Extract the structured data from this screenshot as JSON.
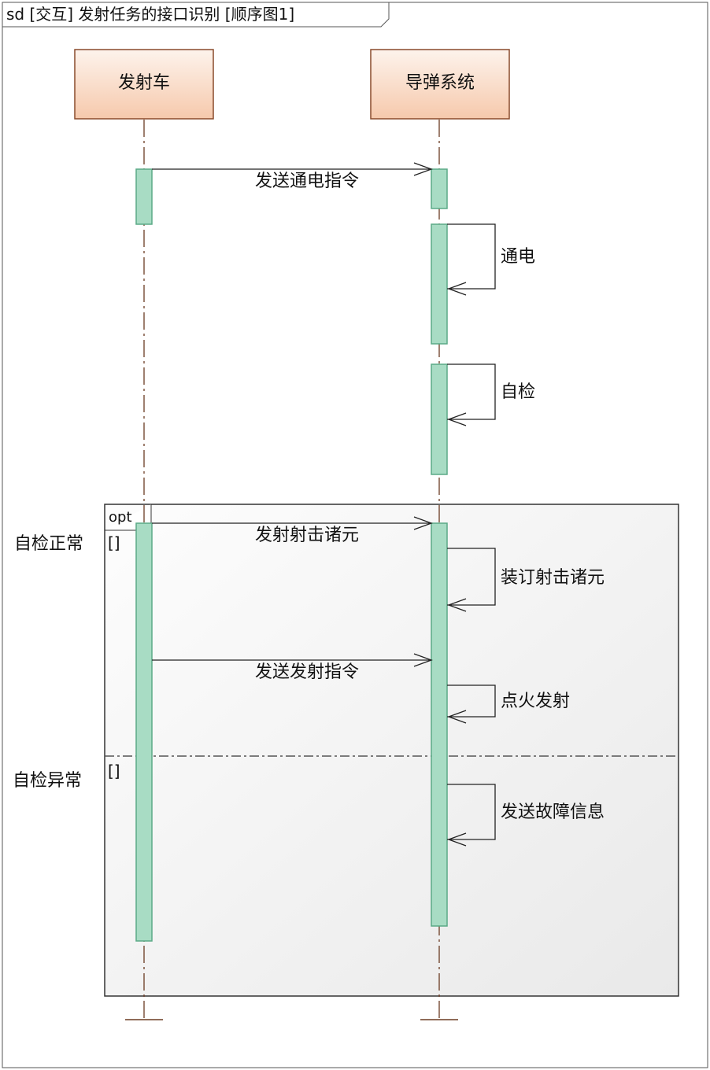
{
  "diagram": {
    "frame_title": "sd [交互] 发射任务的接口识别 [顺序图1]",
    "lifelines": [
      {
        "id": "launcher",
        "label": "发射车"
      },
      {
        "id": "missile",
        "label": "导弹系统"
      }
    ],
    "messages": [
      {
        "label": "发送通电指令",
        "from": "launcher",
        "to": "missile",
        "kind": "call"
      },
      {
        "label": "通电",
        "from": "missile",
        "to": "missile",
        "kind": "self"
      },
      {
        "label": "自检",
        "from": "missile",
        "to": "missile",
        "kind": "self"
      },
      {
        "label": "发射射击诸元",
        "from": "launcher",
        "to": "missile",
        "kind": "call"
      },
      {
        "label": "装订射击诸元",
        "from": "missile",
        "to": "missile",
        "kind": "self"
      },
      {
        "label": "发送发射指令",
        "from": "launcher",
        "to": "missile",
        "kind": "call"
      },
      {
        "label": "点火发射",
        "from": "missile",
        "to": "missile",
        "kind": "self"
      },
      {
        "label": "发送故障信息",
        "from": "missile",
        "to": "missile",
        "kind": "self"
      }
    ],
    "fragment": {
      "operator": "opt",
      "operands": [
        {
          "condition": "自检正常",
          "guard": "[]"
        },
        {
          "condition": "自检异常",
          "guard": "[]"
        }
      ]
    },
    "colors": {
      "lifeline_header_top": "#fdf3ec",
      "lifeline_header_bottom": "#f6c9ac",
      "lifeline_header_border": "#8a4b2c",
      "lifeline_dash": "#6b3b22",
      "activation_fill": "#a8dcc4",
      "activation_border": "#5aaa86",
      "fragment_top": "#fbfbfb",
      "fragment_bottom": "#ececec"
    }
  }
}
